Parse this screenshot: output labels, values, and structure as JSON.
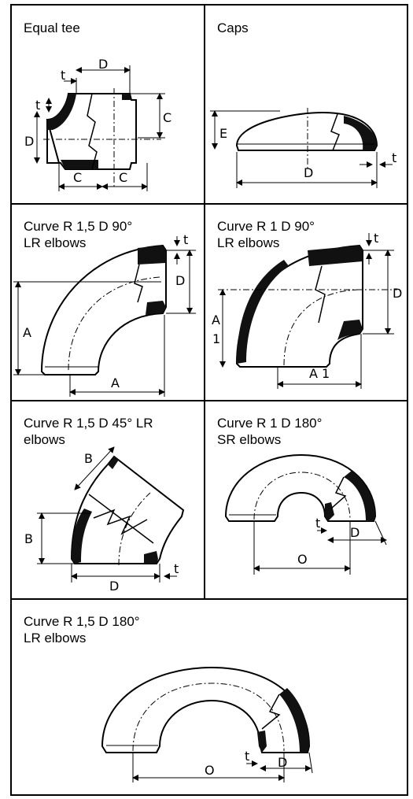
{
  "panels": {
    "equal_tee": {
      "title": "Equal tee",
      "labels": {
        "D": "D",
        "t_top": "t",
        "t_side": "t",
        "D_side": "D",
        "C_right": "C",
        "C_left": "C",
        "C_bottom": "C"
      }
    },
    "caps": {
      "title": "Caps",
      "labels": {
        "E": "E",
        "D": "D",
        "t": "t"
      }
    },
    "lr90_15": {
      "title_line1": "Curve R 1,5 D 90°",
      "title_line2": "LR elbows",
      "labels": {
        "t": "t",
        "D": "D",
        "A_side": "A",
        "A_bottom": "A"
      }
    },
    "lr90_1": {
      "title_line1": "Curve R 1 D 90°",
      "title_line2": "LR elbows",
      "labels": {
        "t": "t",
        "D": "D",
        "A1_side_a": "A",
        "A1_side_b": "1",
        "A1_bottom": "A 1"
      }
    },
    "lr45": {
      "title_line1": "Curve R 1,5 D 45° LR",
      "title_line2": "elbows",
      "labels": {
        "B_top": "B",
        "B_side": "B",
        "D": "D",
        "t": "t"
      }
    },
    "sr180": {
      "title_line1": "Curve R 1 D 180°",
      "title_line2": "SR elbows",
      "labels": {
        "t": "t",
        "D": "D",
        "O": "O"
      }
    },
    "lr180": {
      "title_line1": "Curve R 1,5 D 180°",
      "title_line2": "LR elbows",
      "labels": {
        "t": "t",
        "D": "D",
        "O": "O"
      }
    }
  }
}
